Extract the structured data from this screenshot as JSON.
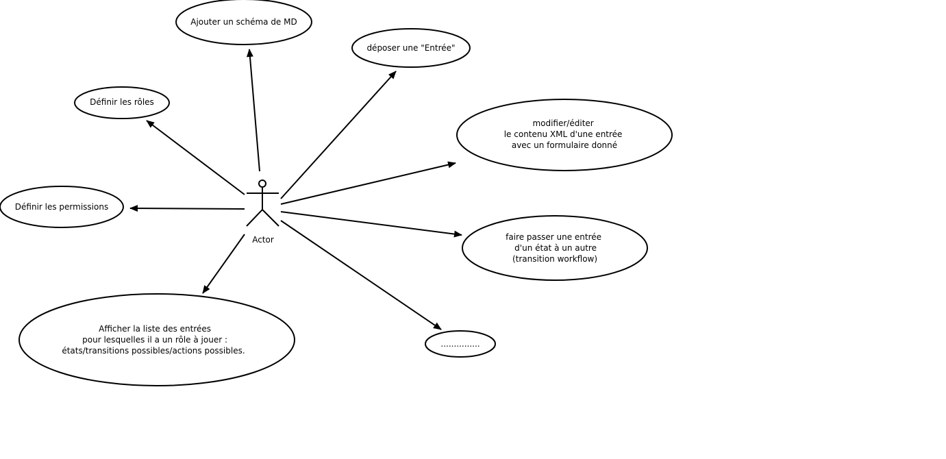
{
  "diagram": {
    "actor": {
      "label": "Actor"
    },
    "use_cases": [
      {
        "id": "ajouter-schema",
        "lines": [
          "Ajouter un schéma de MD"
        ]
      },
      {
        "id": "deposer-entree",
        "lines": [
          "déposer une \"Entrée\""
        ]
      },
      {
        "id": "definir-roles",
        "lines": [
          "Définir les rôles"
        ]
      },
      {
        "id": "modifier-editer",
        "lines": [
          "modifier/éditer",
          "le contenu XML d'une entrée",
          "avec un formulaire donné"
        ]
      },
      {
        "id": "definir-permissions",
        "lines": [
          "Définir les permissions"
        ]
      },
      {
        "id": "faire-passer",
        "lines": [
          "faire passer une entrée",
          "d'un état à un autre",
          "(transition workflow)"
        ]
      },
      {
        "id": "afficher-liste",
        "lines": [
          "Afficher la liste des entrées",
          "pour lesquelles il a un rôle à jouer :",
          "états/transitions possibles/actions possibles."
        ]
      },
      {
        "id": "autres",
        "lines": [
          "..............."
        ]
      }
    ],
    "colors": {
      "stroke": "#000000",
      "fill": "#ffffff"
    }
  }
}
